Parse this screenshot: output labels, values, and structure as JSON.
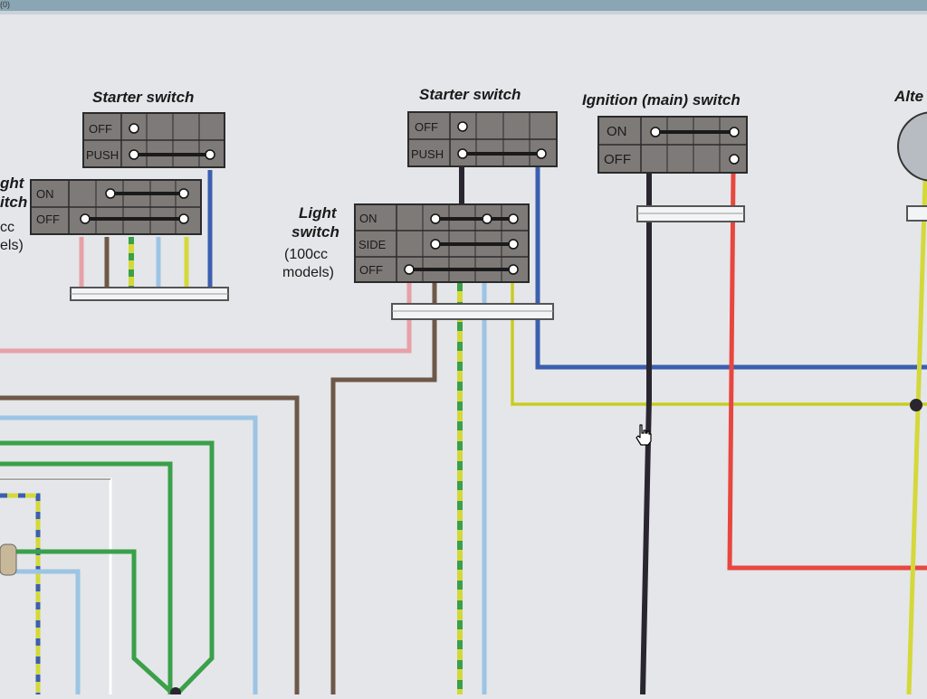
{
  "window": {
    "title_fragment": "(0)"
  },
  "colors": {
    "background": "#e4e6e9",
    "switch_box": "#7e7a78",
    "black_wire": "#2a2630",
    "red_wire": "#e8463f",
    "blue_wire": "#3b5fb0",
    "yellow_wire": "#d4d83a",
    "light_blue_wire": "#9cc4e4",
    "green_wire": "#3aa04a",
    "brown_wire": "#6e5848",
    "pink_wire": "#e8a0a8"
  },
  "diagram": {
    "left_starter_switch": {
      "label": "Starter switch",
      "positions": [
        "OFF",
        "PUSH"
      ]
    },
    "left_light_switch": {
      "label_line1": "ght",
      "label_line2": "itch",
      "positions": [
        "ON",
        "OFF"
      ],
      "note_line1": "cc",
      "note_line2": "els)"
    },
    "center_starter_switch": {
      "label": "Starter switch",
      "positions": [
        "OFF",
        "PUSH"
      ]
    },
    "center_light_switch": {
      "label_line1": "Light",
      "label_line2": "switch",
      "note_line1": "(100cc",
      "note_line2": "models)",
      "positions": [
        "ON",
        "SIDE",
        "OFF"
      ]
    },
    "ignition_switch": {
      "label": "Ignition (main) switch",
      "positions": [
        "ON",
        "OFF"
      ]
    },
    "alternator": {
      "label": "Alte"
    }
  }
}
